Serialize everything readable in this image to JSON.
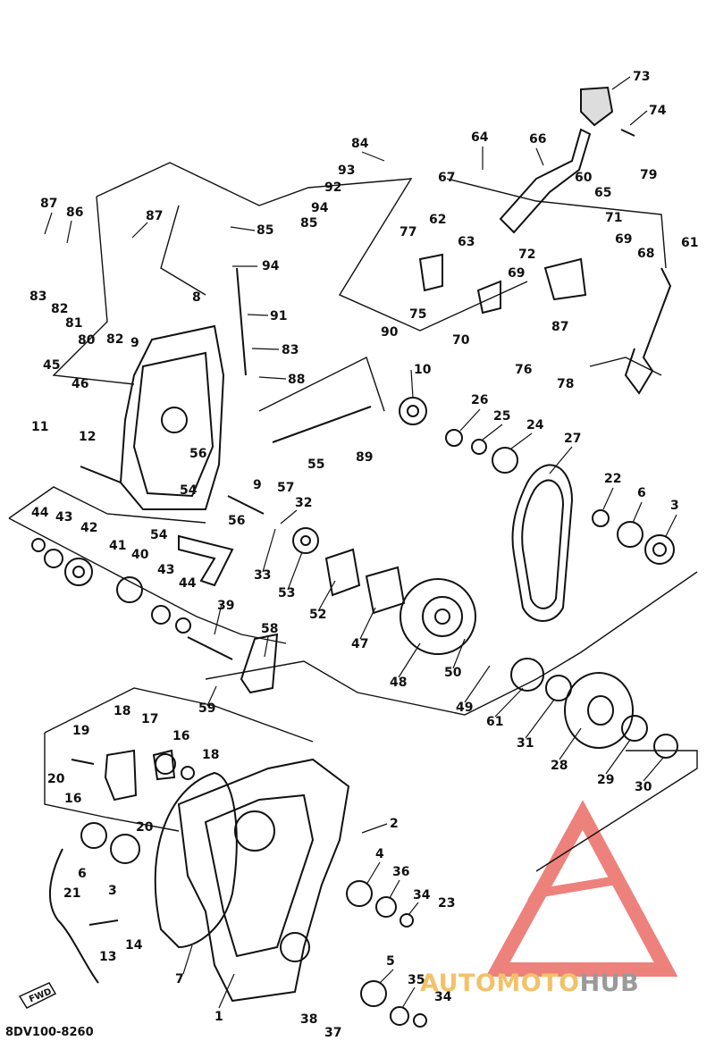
{
  "diagram": {
    "drawing_code": "8DV100-8260",
    "fwd_label": "FWD",
    "watermark": {
      "part1": "AUTOMOTO",
      "part2": "HUB",
      "accent_color": "#f2c26a",
      "logo_color": "#e8574f"
    },
    "callouts": [
      {
        "id": "c73",
        "text": "73"
      },
      {
        "id": "c74",
        "text": "74"
      },
      {
        "id": "c64",
        "text": "64"
      },
      {
        "id": "c66",
        "text": "66"
      },
      {
        "id": "c84",
        "text": "84"
      },
      {
        "id": "c93",
        "text": "93"
      },
      {
        "id": "c92",
        "text": "92"
      },
      {
        "id": "c94a",
        "text": "94"
      },
      {
        "id": "c85a",
        "text": "85"
      },
      {
        "id": "c67a",
        "text": "67"
      },
      {
        "id": "c60",
        "text": "60"
      },
      {
        "id": "c65",
        "text": "65"
      },
      {
        "id": "c79",
        "text": "79"
      },
      {
        "id": "c87a",
        "text": "87"
      },
      {
        "id": "c86",
        "text": "86"
      },
      {
        "id": "c87b",
        "text": "87"
      },
      {
        "id": "c85b",
        "text": "85"
      },
      {
        "id": "c62a",
        "text": "62"
      },
      {
        "id": "c71",
        "text": "71"
      },
      {
        "id": "c77",
        "text": "77"
      },
      {
        "id": "c63a",
        "text": "63"
      },
      {
        "id": "c72",
        "text": "72"
      },
      {
        "id": "c69a",
        "text": "69"
      },
      {
        "id": "c68",
        "text": "68"
      },
      {
        "id": "c61a",
        "text": "61"
      },
      {
        "id": "c69b",
        "text": "69"
      },
      {
        "id": "c83a",
        "text": "83"
      },
      {
        "id": "c82a",
        "text": "82"
      },
      {
        "id": "c94b",
        "text": "94"
      },
      {
        "id": "c75",
        "text": "75"
      },
      {
        "id": "c70",
        "text": "70"
      },
      {
        "id": "c8",
        "text": "8"
      },
      {
        "id": "c81",
        "text": "81"
      },
      {
        "id": "c91",
        "text": "91"
      },
      {
        "id": "c87c",
        "text": "87"
      },
      {
        "id": "c80",
        "text": "80"
      },
      {
        "id": "c82b",
        "text": "82"
      },
      {
        "id": "c9a",
        "text": "9"
      },
      {
        "id": "c83b",
        "text": "83"
      },
      {
        "id": "c90",
        "text": "90"
      },
      {
        "id": "c76",
        "text": "76"
      },
      {
        "id": "c45",
        "text": "45"
      },
      {
        "id": "c10",
        "text": "10"
      },
      {
        "id": "c88",
        "text": "88"
      },
      {
        "id": "c78",
        "text": "78"
      },
      {
        "id": "c46",
        "text": "46"
      },
      {
        "id": "c11",
        "text": "11"
      },
      {
        "id": "c26",
        "text": "26"
      },
      {
        "id": "c25",
        "text": "25"
      },
      {
        "id": "c24",
        "text": "24"
      },
      {
        "id": "c27",
        "text": "27"
      },
      {
        "id": "c12",
        "text": "12"
      },
      {
        "id": "c89",
        "text": "89"
      },
      {
        "id": "c56a",
        "text": "56"
      },
      {
        "id": "c55",
        "text": "55"
      },
      {
        "id": "c9b",
        "text": "9"
      },
      {
        "id": "c57",
        "text": "57"
      },
      {
        "id": "c54a",
        "text": "54"
      },
      {
        "id": "c22",
        "text": "22"
      },
      {
        "id": "c6a",
        "text": "6"
      },
      {
        "id": "c3a",
        "text": "3"
      },
      {
        "id": "c32",
        "text": "32"
      },
      {
        "id": "c44a",
        "text": "44"
      },
      {
        "id": "c43a",
        "text": "43"
      },
      {
        "id": "c42",
        "text": "42"
      },
      {
        "id": "c56b",
        "text": "56"
      },
      {
        "id": "c54b",
        "text": "54"
      },
      {
        "id": "c41",
        "text": "41"
      },
      {
        "id": "c40",
        "text": "40"
      },
      {
        "id": "c33",
        "text": "33"
      },
      {
        "id": "c53",
        "text": "53"
      },
      {
        "id": "c52",
        "text": "52"
      },
      {
        "id": "c43b",
        "text": "43"
      },
      {
        "id": "c44b",
        "text": "44"
      },
      {
        "id": "c39",
        "text": "39"
      },
      {
        "id": "c47",
        "text": "47"
      },
      {
        "id": "c58",
        "text": "58"
      },
      {
        "id": "c48",
        "text": "48"
      },
      {
        "id": "c50",
        "text": "50"
      },
      {
        "id": "c59",
        "text": "59"
      },
      {
        "id": "c49",
        "text": "49"
      },
      {
        "id": "c61b",
        "text": "61"
      },
      {
        "id": "c31",
        "text": "31"
      },
      {
        "id": "c28",
        "text": "28"
      },
      {
        "id": "c29",
        "text": "29"
      },
      {
        "id": "c30",
        "text": "30"
      },
      {
        "id": "c18a",
        "text": "18"
      },
      {
        "id": "c17",
        "text": "17"
      },
      {
        "id": "c19",
        "text": "19"
      },
      {
        "id": "c16a",
        "text": "16"
      },
      {
        "id": "c18b",
        "text": "18"
      },
      {
        "id": "c20a",
        "text": "20"
      },
      {
        "id": "c16b",
        "text": "16"
      },
      {
        "id": "c20b",
        "text": "20"
      },
      {
        "id": "c2",
        "text": "2"
      },
      {
        "id": "c6b",
        "text": "6"
      },
      {
        "id": "c4a",
        "text": "4"
      },
      {
        "id": "c3b",
        "text": "3"
      },
      {
        "id": "c36a",
        "text": "36"
      },
      {
        "id": "c34a",
        "text": "34"
      },
      {
        "id": "c23",
        "text": "23"
      },
      {
        "id": "c21",
        "text": "21"
      },
      {
        "id": "c13",
        "text": "13"
      },
      {
        "id": "c14",
        "text": "14"
      },
      {
        "id": "c7",
        "text": "7"
      },
      {
        "id": "c5",
        "text": "5"
      },
      {
        "id": "c35",
        "text": "35"
      },
      {
        "id": "c34b",
        "text": "34"
      },
      {
        "id": "c1",
        "text": "1"
      },
      {
        "id": "c38",
        "text": "38"
      },
      {
        "id": "c37",
        "text": "37"
      }
    ]
  }
}
